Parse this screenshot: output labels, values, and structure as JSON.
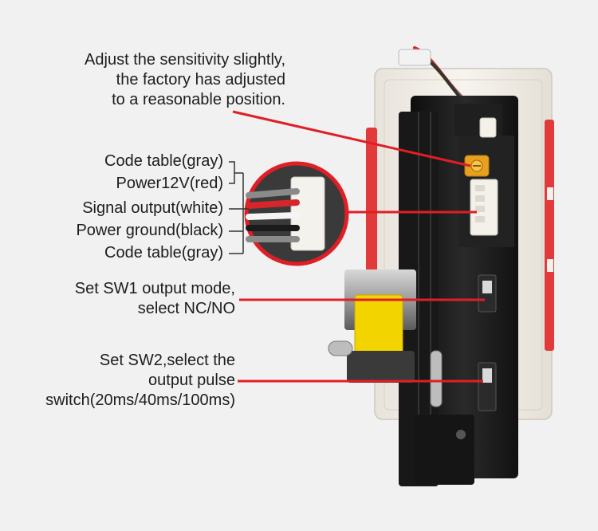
{
  "annotations": {
    "sensitivity": {
      "lines": [
        "Adjust the sensitivity slightly,",
        "the factory has adjusted",
        "to a reasonable position."
      ]
    },
    "connector_pins": [
      "Code table(gray)",
      "Power12V(red)",
      "Signal output(white)",
      "Power ground(black)",
      "Code table(gray)"
    ],
    "sw1": {
      "lines": [
        "Set SW1 output mode,",
        "select NC/NO"
      ]
    },
    "sw2": {
      "lines": [
        "Set SW2,select the",
        "output pulse",
        "switch(20ms/40ms/100ms)"
      ]
    }
  },
  "colors": {
    "background": "#f1f1f2",
    "annotation_line": "#e01e25",
    "housing": "#f4f0ea",
    "red_rail": "#e23a3a",
    "device_black": "#1a1a1a",
    "potentiometer": "#e8a11f",
    "solenoid": "#f2d400"
  }
}
